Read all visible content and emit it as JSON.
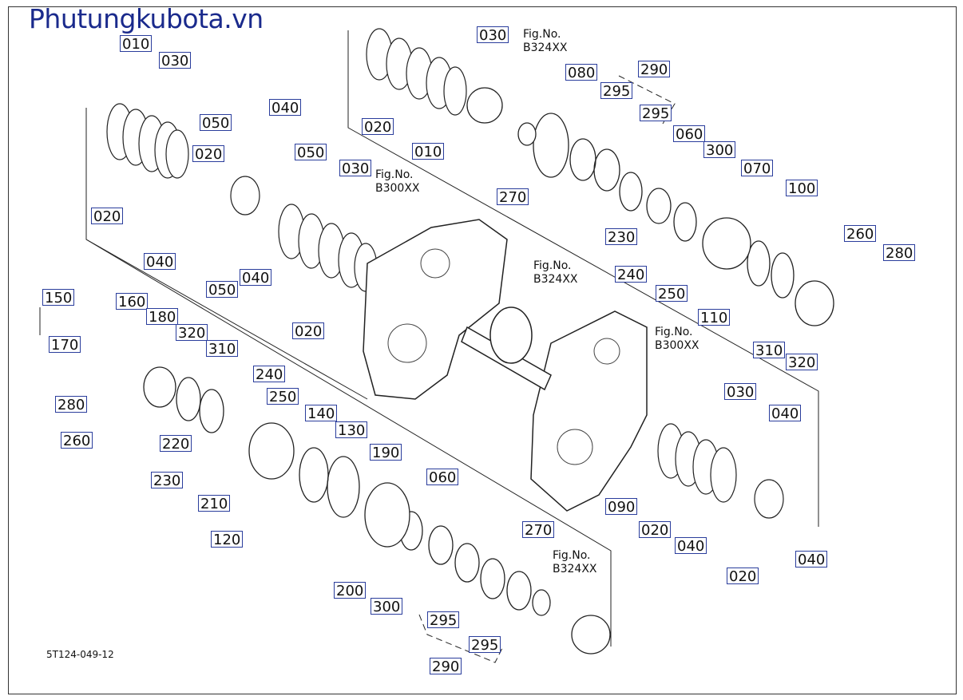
{
  "site_title": "Phutungkubota.vn",
  "diagram_code": "5T124-049-12",
  "callouts": [
    "010",
    "030",
    "030",
    "020",
    "010",
    "270",
    "080",
    "290",
    "295",
    "295",
    "060",
    "300",
    "070",
    "100",
    "260",
    "280",
    "230",
    "240",
    "250",
    "110",
    "310",
    "320",
    "030",
    "050",
    "040",
    "050",
    "020",
    "020",
    "040",
    "050",
    "040",
    "030",
    "020",
    "150",
    "160",
    "180",
    "320",
    "310",
    "240",
    "250",
    "170",
    "280",
    "260",
    "220",
    "230",
    "210",
    "120",
    "140",
    "130",
    "190",
    "200",
    "300",
    "060",
    "270",
    "295",
    "295",
    "290",
    "030",
    "040",
    "090",
    "020",
    "040",
    "040",
    "020"
  ],
  "fig_refs": [
    {
      "label": "Fig.No.",
      "code": "B324XX"
    },
    {
      "label": "Fig.No.",
      "code": "B300XX"
    },
    {
      "label": "Fig.No.",
      "code": "B324XX"
    },
    {
      "label": "Fig.No.",
      "code": "B300XX"
    },
    {
      "label": "Fig.No.",
      "code": "B324XX"
    }
  ],
  "colors": {
    "title": "#1a2a8c",
    "line": "#222222",
    "callout_border": "#2a3d9c"
  }
}
